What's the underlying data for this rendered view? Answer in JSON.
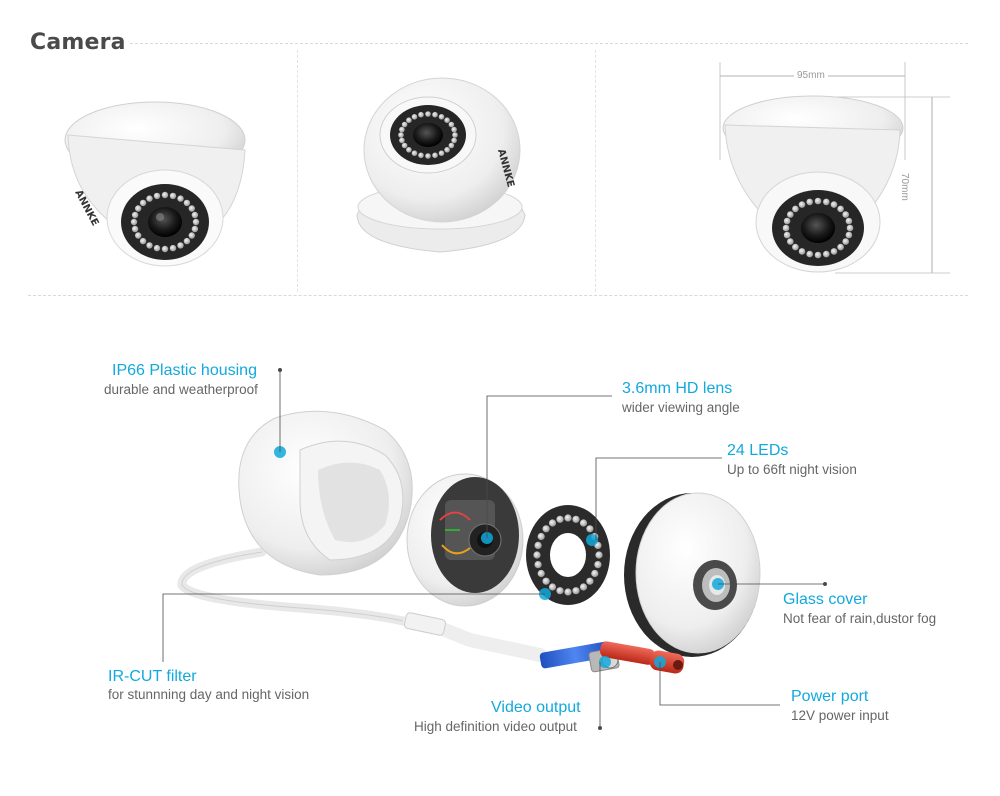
{
  "section_title": "Camera",
  "brand_mark": "ANNKE",
  "dimensions": {
    "width": "95mm",
    "height": "70mm"
  },
  "callouts": {
    "housing": {
      "title": "IP66 Plastic housing",
      "subtitle": "durable and weatherproof"
    },
    "lens": {
      "title": "3.6mm HD lens",
      "subtitle": "wider viewing angle"
    },
    "leds": {
      "title": "24 LEDs",
      "subtitle": "Up to 66ft night vision"
    },
    "glass": {
      "title": "Glass cover",
      "subtitle": "Not fear of rain,dustor fog"
    },
    "ircut": {
      "title": "IR-CUT  filter",
      "subtitle": "for stunnning day and night vision"
    },
    "video": {
      "title": "Video output",
      "subtitle": "High definition video output"
    },
    "power": {
      "title": "Power port",
      "subtitle": "12V power input"
    }
  },
  "colors": {
    "accent": "#12a9dc",
    "camera_white": "#f4f4f4",
    "bnc_blue": "#2b5fd9",
    "power_red": "#d93a2b"
  }
}
